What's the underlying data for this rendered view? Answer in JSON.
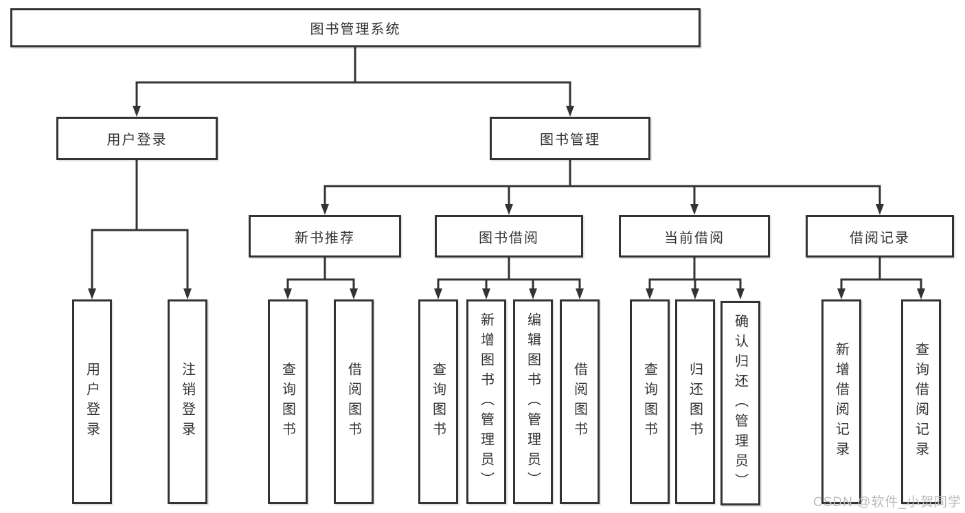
{
  "diagram": {
    "tree": {
      "label": "图书管理系统",
      "children": [
        {
          "label": "用户登录",
          "children": [
            {
              "label": "用户登录"
            },
            {
              "label": "注销登录"
            }
          ]
        },
        {
          "label": "图书管理",
          "children": [
            {
              "label": "新书推荐",
              "children": [
                {
                  "label": "查询图书"
                },
                {
                  "label": "借阅图书"
                }
              ]
            },
            {
              "label": "图书借阅",
              "children": [
                {
                  "label": "查询图书"
                },
                {
                  "label": "新增图书（管理员）"
                },
                {
                  "label": "编辑图书（管理员）"
                },
                {
                  "label": "借阅图书"
                }
              ]
            },
            {
              "label": "当前借阅",
              "children": [
                {
                  "label": "查询图书"
                },
                {
                  "label": "归还图书"
                },
                {
                  "label": "确认归还（管理员）"
                }
              ]
            },
            {
              "label": "借阅记录",
              "children": [
                {
                  "label": "新增借阅记录"
                },
                {
                  "label": "查询借阅记录"
                }
              ]
            }
          ]
        }
      ]
    }
  },
  "watermark": {
    "text": "CSDN @软件_小贺同学"
  },
  "colors": {
    "ink": "#333333",
    "box_bg": "#ffffff",
    "page_bg": "#ffffff",
    "watermark": "#bcbcbc"
  }
}
